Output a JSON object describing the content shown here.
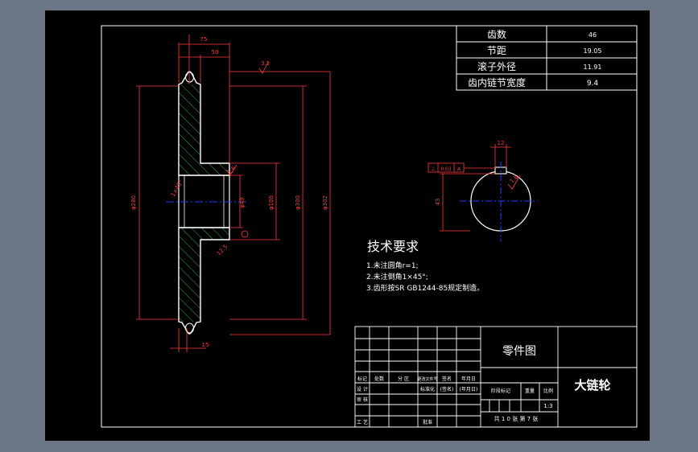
{
  "params_table": {
    "rows": [
      {
        "label": "齿数",
        "value": "46"
      },
      {
        "label": "节距",
        "value": "19.05"
      },
      {
        "label": "滚子外径",
        "value": "11.91"
      },
      {
        "label": "齿内链节宽度",
        "value": "9.4"
      }
    ]
  },
  "tech_requirements": {
    "title": "技术要求",
    "items": [
      "1.未注圆角r=1;",
      "2.未注倒角1×45°;",
      "3.齿形按SR GB1244-85规定制造。"
    ]
  },
  "title_block": {
    "drawing_type": "零件图",
    "part_name": "大链轮",
    "scale": "1:3",
    "sheets": "共 1 0 张 第 7 张",
    "row_labels": [
      "标记",
      "处数",
      "分 区",
      "更改文件号",
      "签名",
      "年月日"
    ],
    "design_labels": [
      "设 计",
      "标准化",
      "(签名)",
      "(年月日)"
    ],
    "stage_label": "阶段标记",
    "weight_label": "重量",
    "scale_label": "比例",
    "left_labels": [
      "审 核",
      "工 艺"
    ],
    "approve_label": "批准"
  },
  "dimensions": {
    "top_width": "75",
    "hub_width": "50",
    "rim_width": "15",
    "bore_dia": "φ40",
    "hub_dia": "φ100",
    "root_dia": "φ300",
    "tip_dia": "φ302",
    "outer_dia": "φ280",
    "chamfer": "1×45°",
    "roughness_1": "3.2",
    "roughness_2": "12.5",
    "keyway_width": "12",
    "keyway_depth": "43",
    "tolerance": [
      "⊥",
      "0.03",
      "A"
    ],
    "section_rough": "1.6"
  },
  "colors": {
    "background": "#6a7686",
    "drawing": "#000000",
    "line": "#ffffff",
    "hatch": "#2fb24c",
    "center": "#1e3cff",
    "dim": "#ff3b3b"
  }
}
